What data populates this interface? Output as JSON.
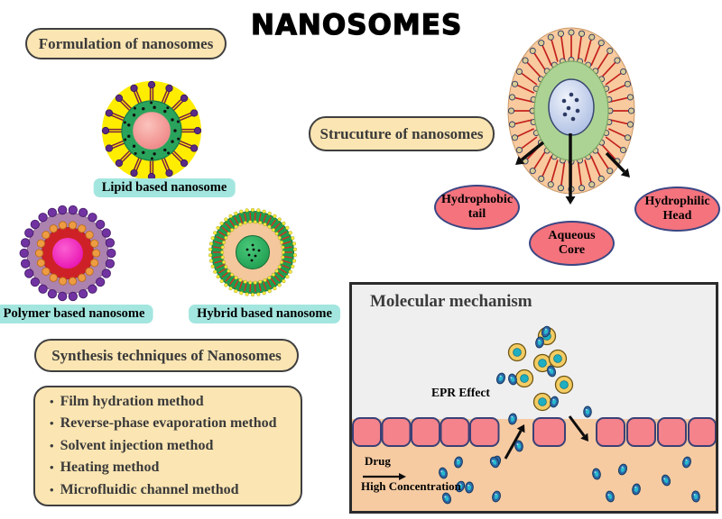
{
  "title": "NANOSOMES",
  "formulation": {
    "heading": "Formulation of nanosomes",
    "items": [
      {
        "label": "Lipid based nanosome"
      },
      {
        "label": "Polymer based nanosome"
      },
      {
        "label": "Hybrid based nanosome"
      }
    ]
  },
  "structure": {
    "heading": "Strucuture of nanosomes",
    "labels": {
      "hydrophobic_tail": "Hydrophobic tail",
      "aqueous_core": "Aqueous Core",
      "hydrophilic_head": "Hydrophilic Head"
    }
  },
  "mechanism": {
    "heading": "Molecular mechanism",
    "epr_label": "EPR Effect",
    "drug_label": "Drug",
    "concentration_label": "High Concentration"
  },
  "synthesis": {
    "heading": "Synthesis techniques of Nanosomes",
    "bullet_glyph": "•",
    "items": [
      "Film hydration method",
      "Reverse-phase evaporation method",
      "Solvent injection method",
      "Heating method",
      "Microfluidic channel method"
    ]
  },
  "colors": {
    "heading_fill": "#FBE5B2",
    "label_fill": "#A3E6DF",
    "ellipse_fill": "#F4737D",
    "cell_fill": "#F4838B",
    "tissue_fill": "#F6CBA2",
    "panel_bg": "#EFEFEF"
  }
}
